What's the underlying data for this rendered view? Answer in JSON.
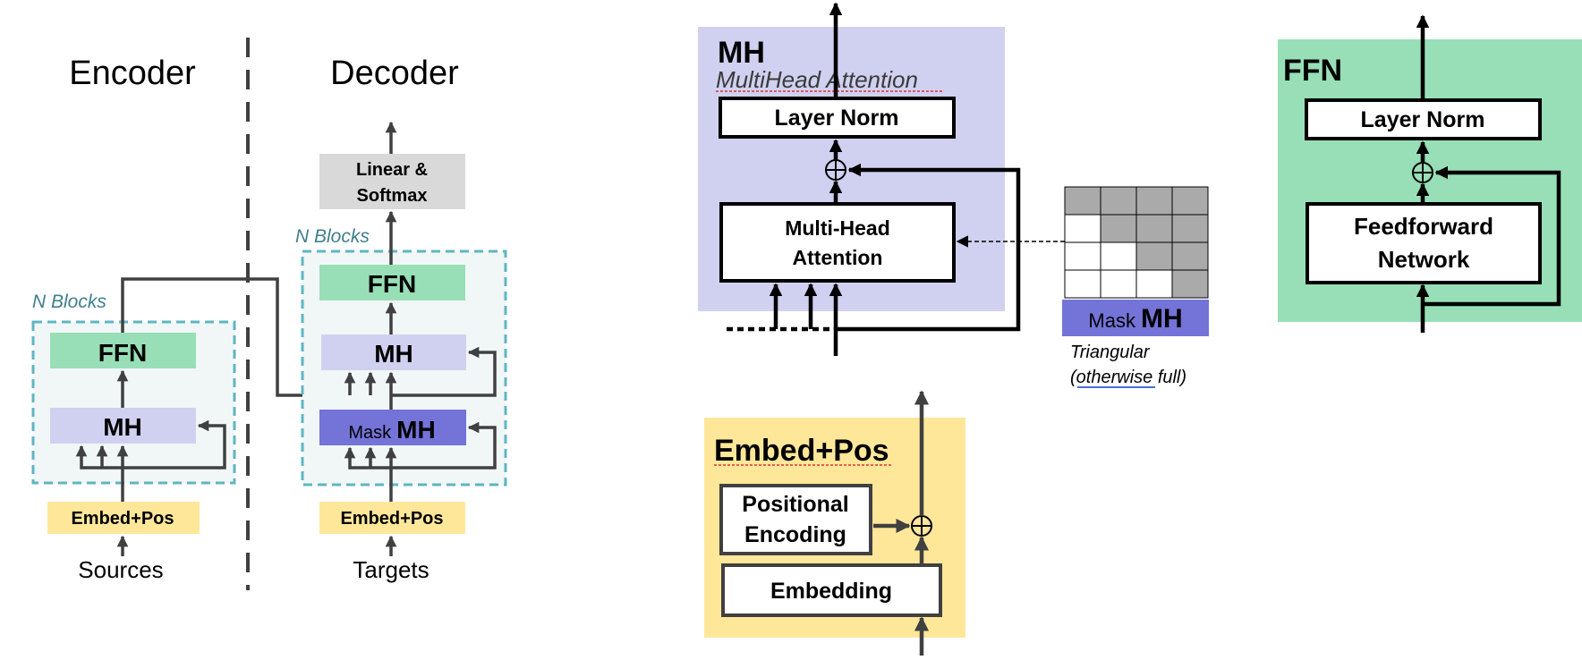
{
  "overview": {
    "encoder_title": "Encoder",
    "decoder_title": "Decoder",
    "enc_n_blocks": "N Blocks",
    "dec_n_blocks": "N Blocks",
    "enc_ffn": "FFN",
    "enc_mh": "MH",
    "enc_embed": "Embed+Pos",
    "enc_input": "Sources",
    "dec_linear_line1": "Linear &",
    "dec_linear_line2": "Softmax",
    "dec_ffn": "FFN",
    "dec_mh": "MH",
    "dec_mask_small": "Mask",
    "dec_mask_big": "MH",
    "dec_embed": "Embed+Pos",
    "dec_input": "Targets"
  },
  "mh_detail": {
    "title": "MH",
    "subtitle": "MultiHead Attention",
    "layer_norm": "Layer Norm",
    "attention_line1": "Multi-Head",
    "attention_line2": "Attention",
    "mask_small": "Mask",
    "mask_big": "MH",
    "mask_note_line1": "Triangular",
    "mask_note_line2": "(otherwise full)"
  },
  "ffn_detail": {
    "title": "FFN",
    "layer_norm": "Layer Norm",
    "ffn_line1": "Feedforward",
    "ffn_line2": "Network"
  },
  "embed_detail": {
    "title": "Embed+Pos",
    "pos_line1": "Positional",
    "pos_line2": "Encoding",
    "embedding": "Embedding"
  },
  "colors": {
    "ffn_green": "#98dfb7",
    "mh_lavender": "#d0d1f0",
    "mask_purple": "#7473d8",
    "embed_yellow": "#ffe79a",
    "linear_gray": "#d9d9d9",
    "block_border": "#5fb5c3",
    "block_fill": "#f1f7f6",
    "block_label": "#3f7f8c",
    "mask_gray": "#aaaaaa"
  },
  "mask_grid": {
    "rows": 4,
    "cols": 4,
    "masked": [
      [
        1,
        1,
        1,
        1
      ],
      [
        0,
        1,
        1,
        1
      ],
      [
        0,
        0,
        1,
        1
      ],
      [
        0,
        0,
        0,
        1
      ]
    ]
  }
}
